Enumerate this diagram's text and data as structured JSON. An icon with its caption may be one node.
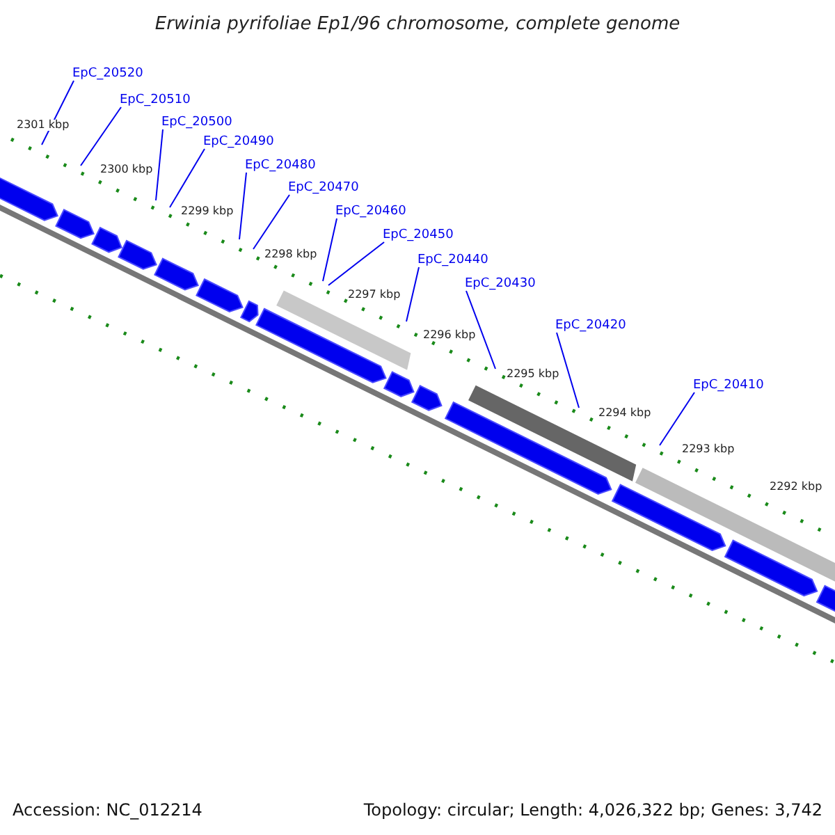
{
  "diagram": {
    "title": "Erwinia pyrifoliae Ep1/96 chromosome, complete genome",
    "nodes": [
      {
        "text": [
          "EpC_20520"
        ]
      },
      {
        "text": [
          "EpC_20510"
        ]
      },
      {
        "text": [
          "EpC_20500"
        ]
      },
      {
        "text": [
          "EpC_20490"
        ]
      },
      {
        "text": [
          "EpC_20480"
        ]
      },
      {
        "text": [
          "EpC_20470"
        ]
      },
      {
        "text": [
          "EpC_20460"
        ]
      },
      {
        "text": [
          "EpC_20450"
        ]
      },
      {
        "text": [
          "EpC_20440"
        ]
      },
      {
        "text": [
          "EpC_20430"
        ]
      },
      {
        "text": [
          "EpC_20420"
        ]
      },
      {
        "text": [
          "EpC_20410"
        ]
      }
    ],
    "edges": [
      {
        "from": 0,
        "to": null,
        "arrow": "none"
      },
      {
        "from": 1,
        "to": null,
        "arrow": "none"
      },
      {
        "from": 2,
        "to": null,
        "arrow": "none"
      },
      {
        "from": 3,
        "to": null,
        "arrow": "none"
      },
      {
        "from": 4,
        "to": null,
        "arrow": "none"
      },
      {
        "from": 5,
        "to": null,
        "arrow": "none"
      },
      {
        "from": 6,
        "to": null,
        "arrow": "none"
      },
      {
        "from": 7,
        "to": null,
        "arrow": "none"
      },
      {
        "from": 8,
        "to": null,
        "arrow": "none"
      },
      {
        "from": 9,
        "to": null,
        "arrow": "none"
      },
      {
        "from": 10,
        "to": null,
        "arrow": "none"
      },
      {
        "from": 11,
        "to": null,
        "arrow": "none"
      }
    ],
    "labels": [
      "2301 kbp",
      "2300 kbp",
      "2299 kbp",
      "2298 kbp",
      "2297 kbp",
      "2296 kbp",
      "2295 kbp",
      "2294 kbp",
      "2293 kbp",
      "2292 kbp",
      "Accession: NC_012214",
      "Topology: circular; Length: 4,026,322 bp; Genes: 3,742"
    ]
  }
}
